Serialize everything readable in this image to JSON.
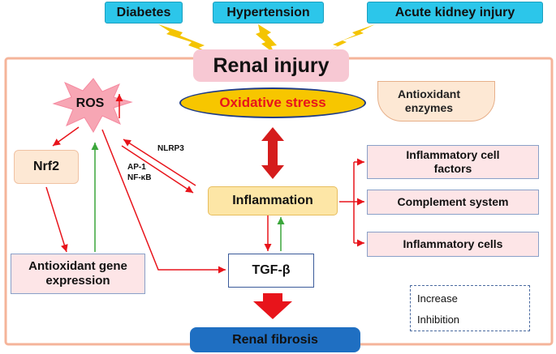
{
  "causes": [
    "Diabetes",
    "Hypertension",
    "Acute kidney injury"
  ],
  "title": "Renal injury",
  "ros": "ROS",
  "oxidative_stress": "Oxidative stress",
  "antioxidant_enzymes": [
    "Antioxidant",
    "enzymes"
  ],
  "nrf2": "Nrf2",
  "antioxidant_gene": [
    "Antioxidant gene",
    "expression"
  ],
  "nlrp3": "NLRP3",
  "ap1": "AP-1",
  "nfkb": "NF-κB",
  "inflammation": "Inflammation",
  "outputs": [
    [
      "Inflammatory cell",
      "factors"
    ],
    [
      "Complement system"
    ],
    [
      "Inflammatory cells"
    ]
  ],
  "tgf": "TGF-β",
  "fibrosis": "Renal fibrosis",
  "legend": {
    "increase": "Increase",
    "inhibition": "Inhibition"
  },
  "colors": {
    "increase": "#e8141b",
    "inhibition": "#3aa63a",
    "frame": "#f5b49a",
    "lightning": "#f4c400"
  }
}
